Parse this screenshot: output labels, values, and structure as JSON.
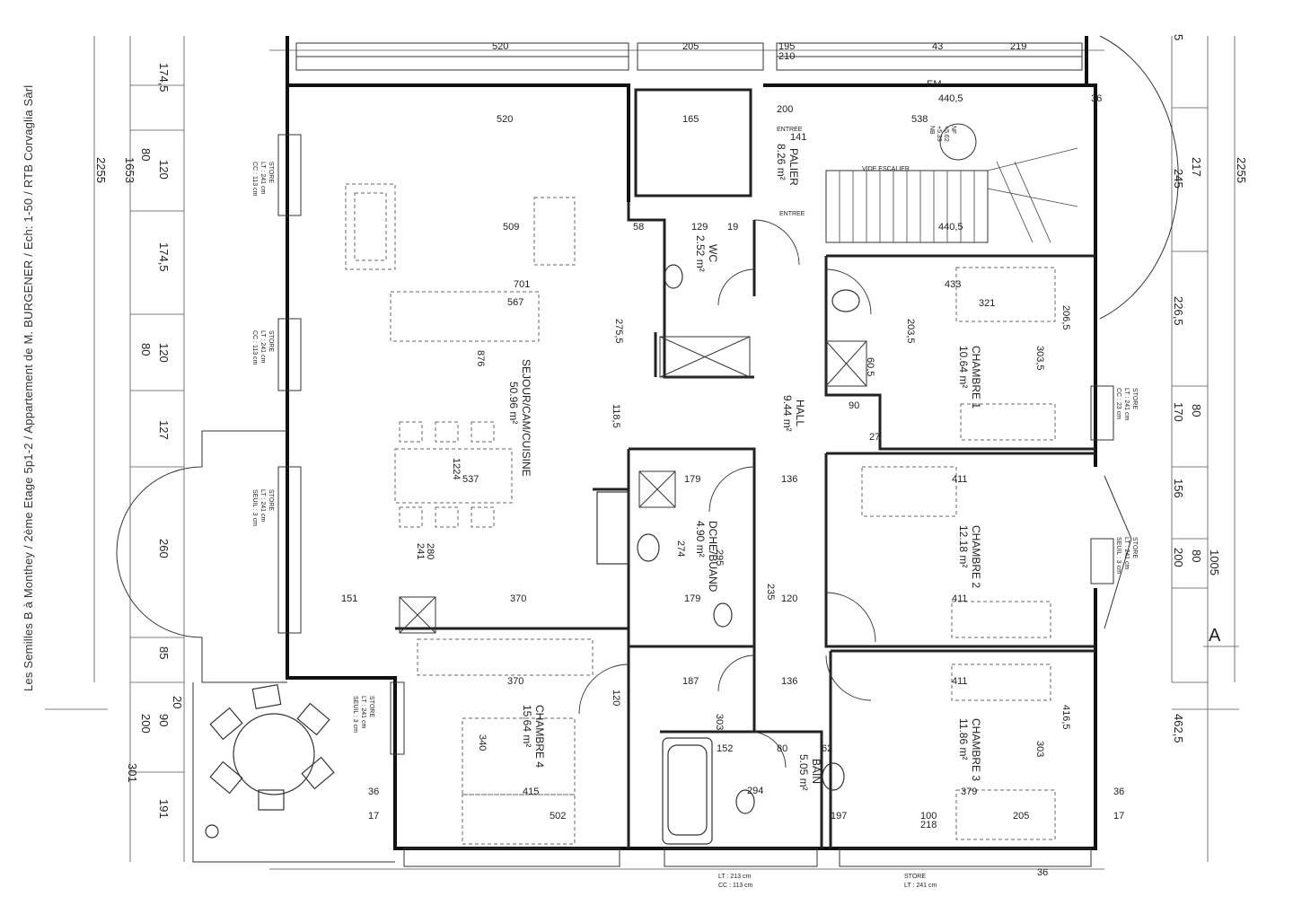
{
  "caption": "Les Semilles B à Monthey / 2ème Etage 5p1-2 / Appartement de M. BURGENER / Ech: 1-50 / RTB Corvaglia Sàrl",
  "section_marker": "A",
  "left_dims": [
    "174,5",
    "120",
    "174,5",
    "120",
    "127",
    "260",
    "85",
    "20",
    "90",
    "191"
  ],
  "left_totals": [
    "2255",
    "1653",
    "80",
    "80",
    "200",
    "301"
  ],
  "right_dims": [
    "5",
    "245",
    "217",
    "226,5",
    "170",
    "80",
    "156",
    "80",
    "200",
    "1005",
    "462,5"
  ],
  "right_totals": [
    "2255"
  ],
  "rooms": [
    {
      "id": "sejour",
      "name": "SEJOUR/CAM/CUISINE",
      "area": "50.96 m²"
    },
    {
      "id": "palier",
      "name": "PALIER",
      "area": "8.26 m²"
    },
    {
      "id": "wc",
      "name": "WC",
      "area": "2.52 m²"
    },
    {
      "id": "hall",
      "name": "HALL",
      "area": "9.44 m²"
    },
    {
      "id": "douche",
      "name": "DCHE/BUAND",
      "area": "4.90 m²"
    },
    {
      "id": "chambre1",
      "name": "CHAMBRE 1",
      "area": "10.64 m²"
    },
    {
      "id": "chambre2",
      "name": "CHAMBRE 2",
      "area": "12.18 m²"
    },
    {
      "id": "chambre3",
      "name": "CHAMBRE 3",
      "area": "11.86 m²"
    },
    {
      "id": "chambre4",
      "name": "CHAMBRE 4",
      "area": "15.64 m²"
    },
    {
      "id": "bain",
      "name": "BAIN",
      "area": "5.05 m²"
    }
  ],
  "stores": [
    {
      "id": "store1",
      "lines": [
        "STORE",
        "LT : 241 cm",
        "CC : 113 cm"
      ]
    },
    {
      "id": "store2",
      "lines": [
        "STORE",
        "LT : 241 cm",
        "CC : 113 cm"
      ]
    },
    {
      "id": "store3",
      "lines": [
        "STORE",
        "LT : 241 cm",
        "SEUIL : 3 cm"
      ]
    },
    {
      "id": "store4",
      "lines": [
        "STORE",
        "LT : 241 cm",
        "SEUIL : 3 cm"
      ]
    },
    {
      "id": "store5",
      "lines": [
        "STORE",
        "LT : 241 cm",
        "CC : 23 cm"
      ]
    },
    {
      "id": "store6",
      "lines": [
        "STORE",
        "LT : 241 cm",
        "SEUIL : 3 cm"
      ]
    },
    {
      "id": "store7",
      "lines": [
        "STORE",
        "LT : 241 cm"
      ]
    },
    {
      "id": "store8",
      "lines": [
        "LT : 213 cm",
        "CC : 113 cm"
      ]
    }
  ],
  "labels": {
    "entree1": "ENTREE",
    "entree2": "ENTREE",
    "vide_escalier": "VIDE ESCALIER",
    "nf": [
      "NF",
      "+5.62",
      "+5.39",
      "NB"
    ],
    "em": "EM",
    "d520a": "520",
    "d520b": "520",
    "d205": "205",
    "d195": "195",
    "d210": "210",
    "d43": "43",
    "d219": "219",
    "d165": "165",
    "d141": "141",
    "d200": "200",
    "d538": "538",
    "d440a": "440,5",
    "d440b": "440,5",
    "d509": "509",
    "d701": "701",
    "d567": "567",
    "d129": "129",
    "d58": "58",
    "d19": "19",
    "d275": "275,5",
    "d876": "876",
    "d1224": "1224",
    "d537": "537",
    "d280": "280",
    "d241": "241",
    "d151": "151",
    "d370a": "370",
    "d370b": "370",
    "d118": "118,5",
    "d136a": "136",
    "d136b": "136",
    "d120a": "120",
    "d120b": "120",
    "d235": "235",
    "d179a": "179",
    "d179b": "179",
    "d295": "295",
    "d274": "274",
    "d187": "187",
    "d303a": "303",
    "d303b": "303",
    "d303c": "303,5",
    "d340": "340",
    "d415": "415",
    "d502": "502",
    "d152": "152",
    "d80": "80",
    "d62": "62",
    "d294": "294",
    "d197": "197",
    "d100": "100",
    "d218": "218",
    "d205b": "205",
    "d379": "379",
    "d433": "433",
    "d321": "321",
    "d411a": "411",
    "d411b": "411",
    "d411c": "411",
    "d206": "206,5",
    "d416": "416,5",
    "d90": "90",
    "d27": "27",
    "d60": "60,5",
    "d203": "203,5",
    "d17a": "17",
    "d17b": "17",
    "d36a": "36",
    "d36b": "36",
    "d36c": "36",
    "d36d": "36"
  },
  "icons": [
    "table-chairs-icon",
    "sofa-icon",
    "bed-icon",
    "toilet-icon",
    "bathtub-icon",
    "sink-icon",
    "stair-icon",
    "door-swing-icon"
  ]
}
